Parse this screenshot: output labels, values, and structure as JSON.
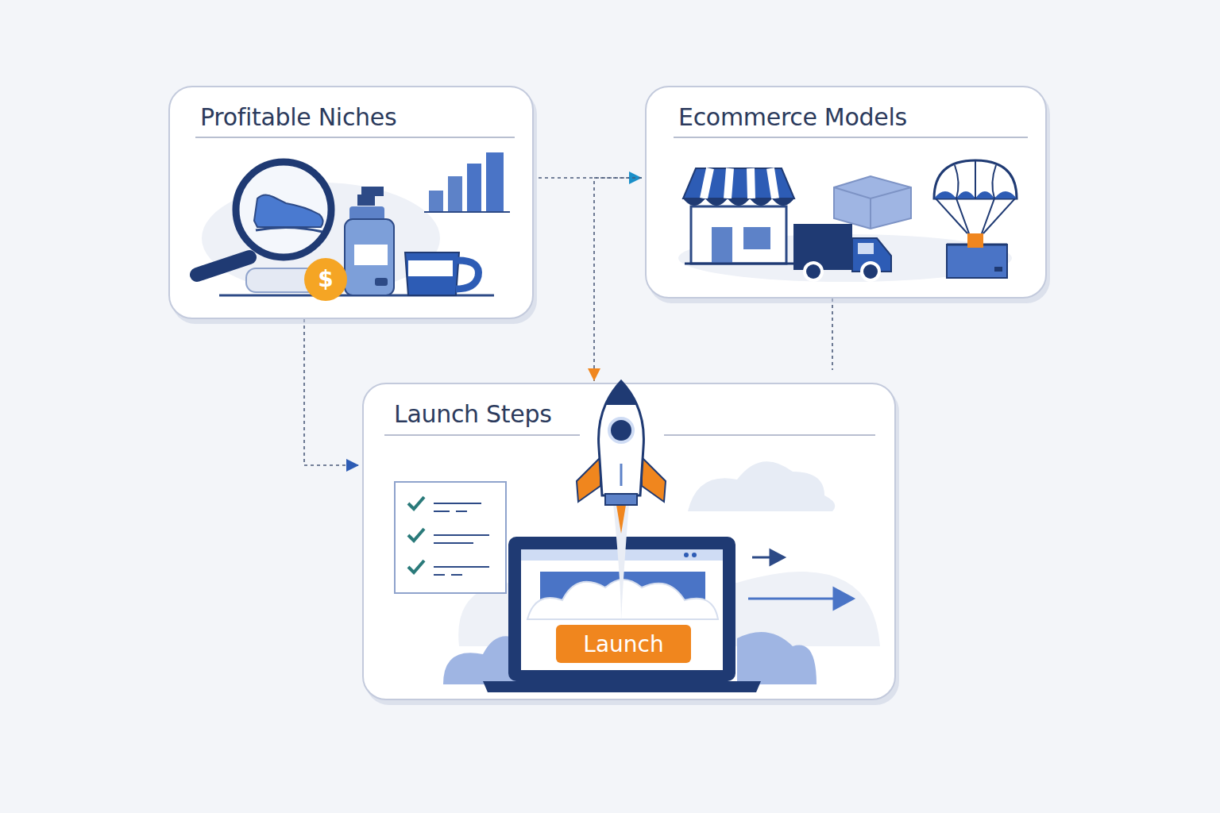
{
  "diagram": {
    "nodes": [
      {
        "text": [
          "Profitable Niches"
        ]
      },
      {
        "text": [
          "Ecommerce Models"
        ]
      },
      {
        "text": [
          "Launch Steps"
        ]
      },
      {
        "text": [
          "Launch"
        ],
        "in": 2
      }
    ],
    "edges": [
      {
        "from": 0,
        "to": 2,
        "arrow": "to"
      },
      {
        "from": 0,
        "to": 1,
        "arrow": "to"
      },
      {
        "from": 1,
        "to": 2,
        "arrow": "to"
      },
      {
        "from": 1,
        "to": 2,
        "arrow": "none"
      }
    ],
    "labels": [
      "$"
    ]
  }
}
